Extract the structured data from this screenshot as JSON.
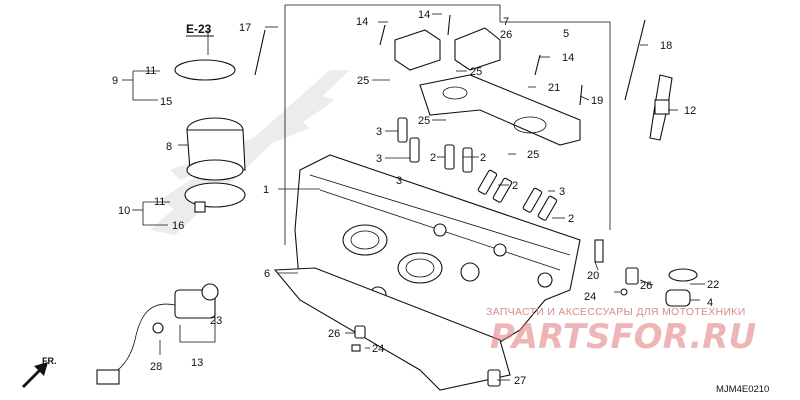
{
  "reference": "E-23",
  "watermark_text": "ЗАПЧАСТИ И АКСЕССУАРЫ ДЛЯ МОТОТЕХНИКИ",
  "watermark_logo": "PARTSFOR.RU",
  "diagram_code": "MJM4E0210",
  "direction_label": "FR.",
  "callouts": {
    "c1": "1",
    "c2a": "2",
    "c2b": "2",
    "c2c": "2",
    "c2d": "2",
    "c3a": "3",
    "c3b": "3",
    "c3c": "3",
    "c3d": "3",
    "c4": "4",
    "c5": "5",
    "c6": "6",
    "c7": "7",
    "c8": "8",
    "c9": "9",
    "c10": "10",
    "c11a": "11",
    "c11b": "11",
    "c12": "12",
    "c13": "13",
    "c14a": "14",
    "c14b": "14",
    "c14c": "14",
    "c15": "15",
    "c16": "16",
    "c17": "17",
    "c18": "18",
    "c19": "19",
    "c20": "20",
    "c21": "21",
    "c22": "22",
    "c23": "23",
    "c24a": "24",
    "c24b": "24",
    "c25a": "25",
    "c25b": "25",
    "c25c": "25",
    "c25d": "25",
    "c26a": "26",
    "c26b": "26",
    "c26c": "26",
    "c27": "27",
    "c28": "28"
  }
}
